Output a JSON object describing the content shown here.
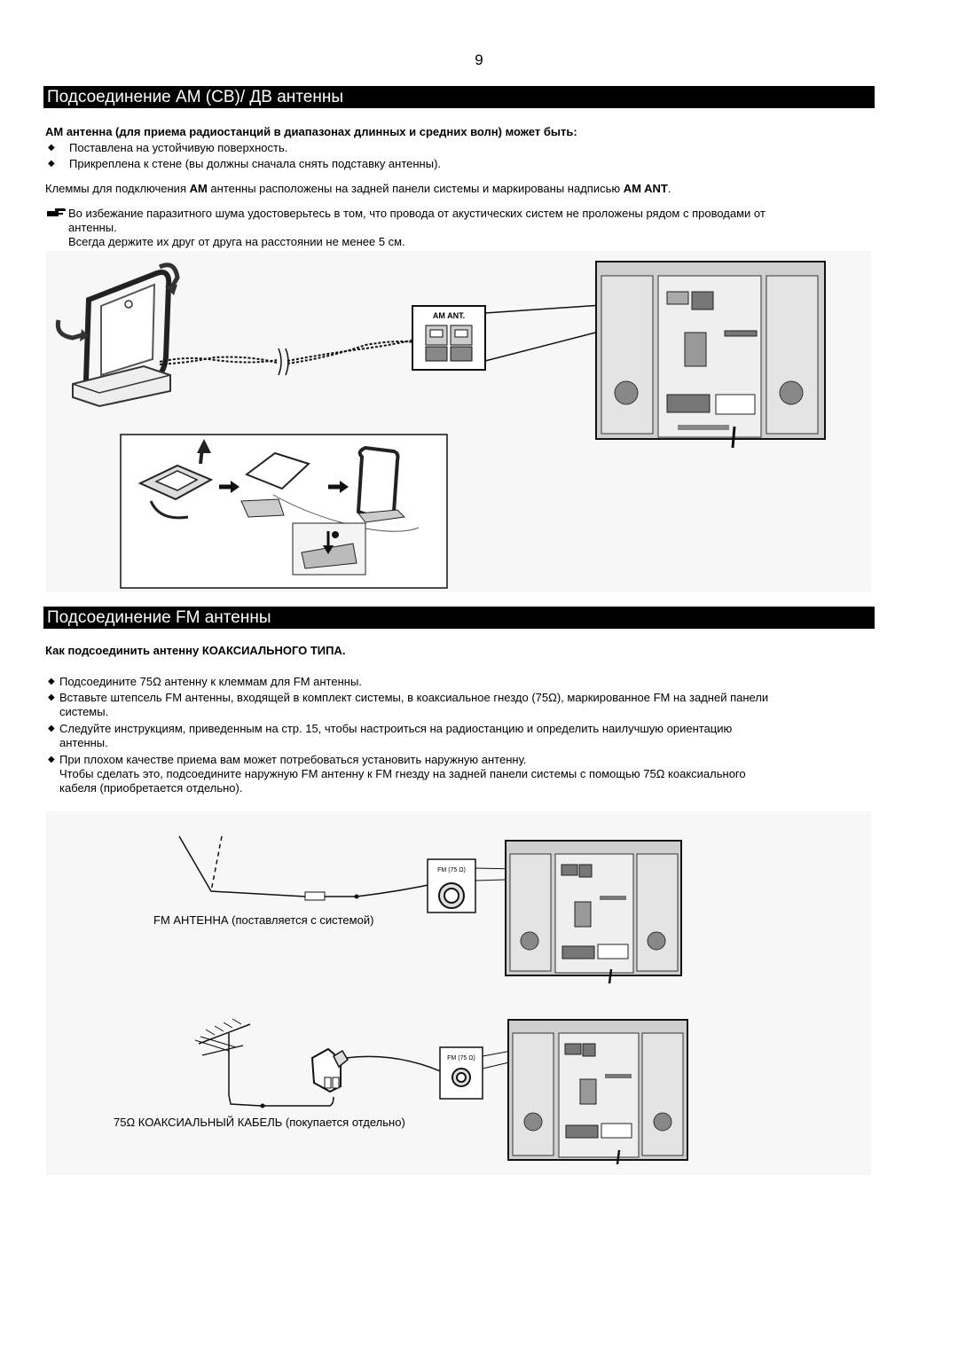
{
  "page_number": "9",
  "am_section": {
    "title": "Подсоединение AM (СВ)/ ДВ антенны",
    "intro_bold": "AM антенна (для приема радиостанций в диапазонах длинных и средних волн) может быть:",
    "bullets": [
      "Поставлена на устойчивую поверхность.",
      "Прикреплена к стене (вы должны сначала снять подставку антенны)."
    ],
    "terminals_text": {
      "part1": "Клеммы для подключения ",
      "am": "AM",
      "part2": " антенны расположены на задней панели системы и маркированы надписью ",
      "am_ant": "AM ANT",
      "part3": "."
    },
    "note": {
      "line1": "Во избежание паразитного шума удостоверьтесь в том, что провода от акустических систем не проложены рядом с проводами от",
      "line2": "антенны.",
      "line3": "Всегда держите их друг от друга на расстоянии не менее 5 см."
    },
    "figure_label": "AM ANT."
  },
  "fm_section": {
    "title": "Подсоединение FM антенны",
    "subtitle": "Как подсоединить антенну КОАКСИАЛЬНОГО ТИПА.",
    "bullets": [
      [
        "Подсоедините 75Ω антенну к клеммам для FM антенны."
      ],
      [
        "Вставьте штепсель FM антенны, входящей в комплект системы, в коаксиальное гнездо (75Ω), маркированное FM на задней панели",
        "системы."
      ],
      [
        "Следуйте инструкциям, приведенным на стр. 15, чтобы настроиться на радиостанцию и определить наилучшую ориентацию",
        "антенны."
      ],
      [
        "При плохом качестве приема вам может потребоваться установить наружную антенну.",
        "Чтобы сделать это, подсоедините наружную FM антенну к FM гнезду на задней панели системы с помощью 75Ω коаксиального",
        "кабеля (приобретается отдельно)."
      ]
    ],
    "fm_jack_label": "FM (75 Ω)",
    "caption_supplied": "FM АНТЕННА (поставляется с системой)",
    "caption_coax": "75Ω КОАКСИАЛЬНЫЙ КАБЕЛЬ (покупается отдельно)"
  },
  "icons": {
    "bullet": "diamond-bullet-icon",
    "note": "pointing-hand-icon"
  }
}
